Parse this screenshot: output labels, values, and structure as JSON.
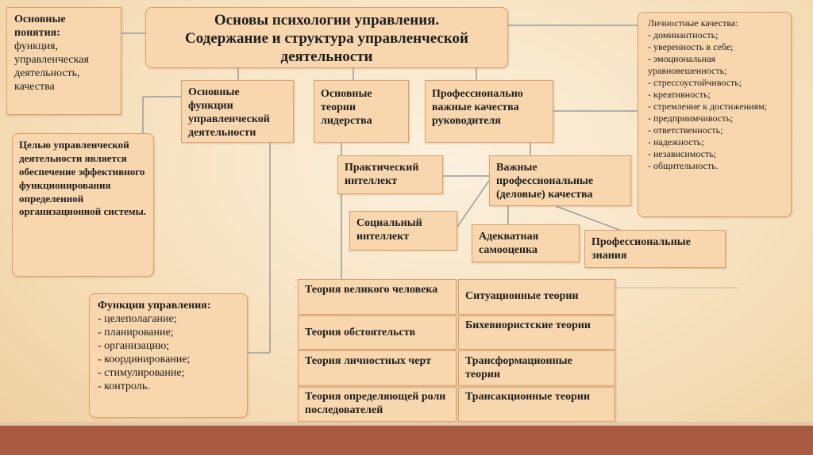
{
  "title": {
    "line1": "Основы психологии управления.",
    "line2": "Содержание и структура управленческой",
    "line3": "деятельности"
  },
  "basic_concepts": {
    "heading": "Основные понятия:",
    "text": "функция, управленческая деятельность, качества"
  },
  "goal": {
    "text": "Целью управленческой деятельности является обеспечение эффективного функционирования определенной организационной системы."
  },
  "management_functions": {
    "heading": "Функции управления:",
    "items": [
      "- целеполагание;",
      "- планирование;",
      "- организацию;",
      "- координирование;",
      "- стимулирование;",
      "- контроль."
    ]
  },
  "col_functions": {
    "text": "Основные функции управленческой деятельности"
  },
  "col_theories": {
    "text": "Основные теории лидерства"
  },
  "col_qualities": {
    "text": "Профессионально важные качества руководителя"
  },
  "personal_qualities": {
    "heading": "Личностные качества:",
    "items": [
      "- доминантность;",
      "- уверенность в себе;",
      "- эмоциональная уравновешенность;",
      "- стрессоустойчивость;",
      "- креативность;",
      "- стремление к достижениям;",
      "- предприимчивость;",
      "- ответственность;",
      "- надежность;",
      "- независимость;",
      "- общительность."
    ]
  },
  "practical_intellect": {
    "text": "Практический интеллект"
  },
  "social_intellect": {
    "text": "Социальный интеллект"
  },
  "important_qualities": {
    "text": "Важные профессиональные (деловые) качества"
  },
  "self_esteem": {
    "text": "Адекватная самооценка"
  },
  "prof_knowledge": {
    "text": "Профессиональные знания"
  },
  "theories_left": [
    "Теория великого человека",
    "Теория обстоятельств",
    "Теория личностных черт",
    "Теория определяющей роли последователей"
  ],
  "theories_right": [
    "Ситуационные теории",
    "Бихевиористские теории",
    "Трансформационные теории",
    "Трансакционные теории"
  ],
  "colors": {
    "box_fill": "#f8d6ae",
    "box_border": "#d9a06d",
    "connector": "#8a8a8a",
    "bottom_bar": "#a85a42"
  }
}
